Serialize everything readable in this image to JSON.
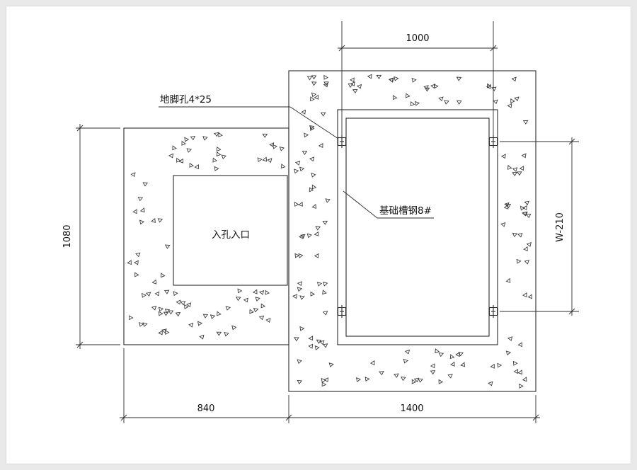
{
  "sheet": {
    "background": "#e9e9e9",
    "paper": "#ffffff",
    "line_color": "#2b2b2b"
  },
  "labels": {
    "anchor_hole": "地脚孔4*25",
    "channel_steel": "基础槽钢8#",
    "manhole": "入孔入口"
  },
  "dimensions": {
    "top_width": "1000",
    "left_height": "1080",
    "right_height": "W-210",
    "bottom_left_width": "840",
    "bottom_right_width": "1400"
  }
}
